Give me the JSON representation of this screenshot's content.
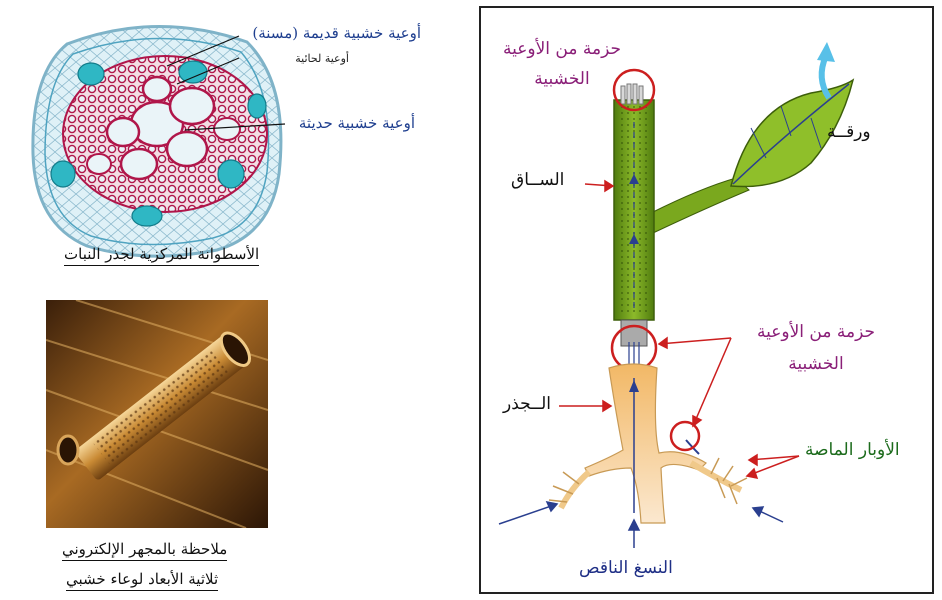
{
  "root_cross_section": {
    "label_old_xylem": "أوعية خشبية قديمة (مسنة)",
    "label_annular": "أوعية لحائية",
    "label_new_xylem": "أوعية خشبية حديثة",
    "caption": "الأسطوانة المركزية لجذر النبات"
  },
  "micrograph": {
    "caption_line1": "ملاحظة بالمجهر الإلكتروني",
    "caption_line2": "ثلاثية الأبعاد لوعاء خشبي"
  },
  "plant_diagram": {
    "label_bundle_top": "حزمة من الأوعية الخشبية",
    "label_stem": "الســاق",
    "label_leaf": "ورقــة",
    "label_bundle_mid": "حزمة من الأوعية الخشبية",
    "label_root": "الــجذر",
    "label_root_hairs": "الأوبار الماصة",
    "label_raw_sap": "النسغ الناقص"
  },
  "colors": {
    "xylem_red": "#b0164a",
    "phloem_cyan": "#2fb7c4",
    "stem_green": "#6f9e17",
    "leaf_green": "#8fbf2a",
    "root_tan": "#f3c98c",
    "circle_red": "#cc1f1f",
    "arrow_blue": "#2a3f8f"
  }
}
